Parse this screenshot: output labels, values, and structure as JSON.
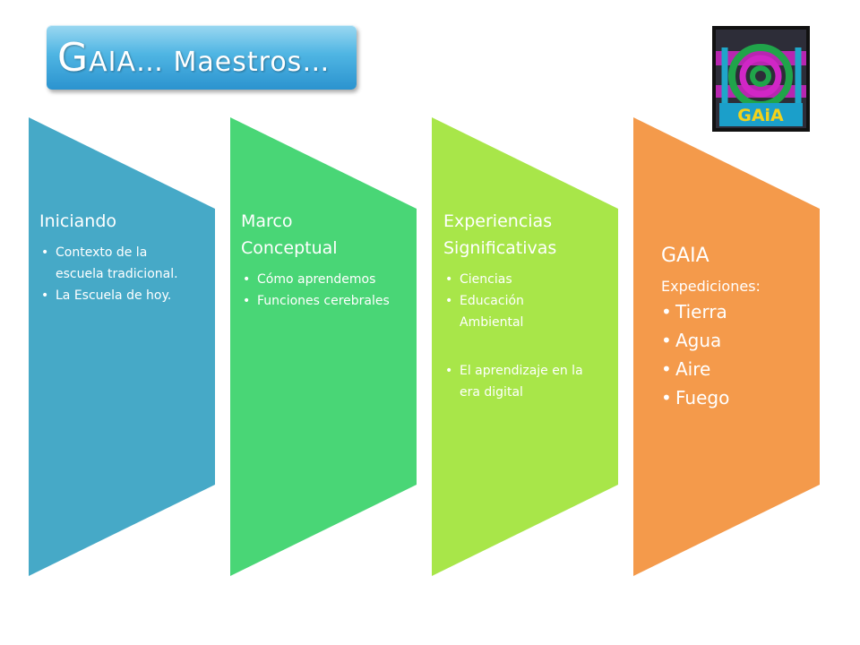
{
  "title": {
    "initial": "G",
    "rest": "AIA… Maestros…"
  },
  "logo": {
    "text": "GAiA"
  },
  "panels": [
    {
      "heading": "Iniciando",
      "color": "#46a9c7",
      "items": [
        "Contexto de la escuela tradicional.",
        "La Escuela de hoy."
      ]
    },
    {
      "heading": "Marco Conceptual",
      "color": "#49d676",
      "items": [
        "Cómo aprendemos",
        "Funciones cerebrales"
      ]
    },
    {
      "heading": "Experiencias Significativas",
      "color": "#a8e649",
      "items": [
        "Ciencias",
        "Educación Ambiental",
        "El aprendizaje en la era digital"
      ]
    },
    {
      "heading": "GAIA",
      "subheading": "Expediciones:",
      "color": "#f49a4b",
      "items": [
        "Tierra",
        "Agua",
        "Aire",
        "Fuego"
      ]
    }
  ]
}
